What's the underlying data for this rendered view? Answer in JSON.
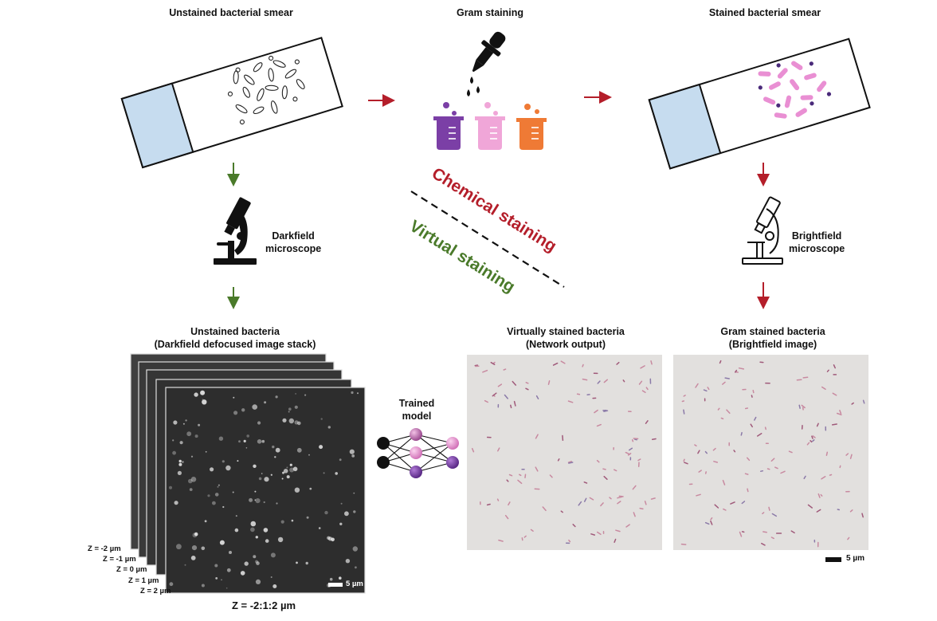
{
  "labels": {
    "unstained_smear": "Unstained bacterial smear",
    "gram_staining": "Gram staining",
    "stained_smear": "Stained bacterial smear",
    "darkfield_1": "Darkfield",
    "darkfield_2": "microscope",
    "brightfield_1": "Brightfield",
    "brightfield_2": "microscope",
    "chemical": "Chemical staining",
    "virtual": "Virtual staining",
    "unstained_bacteria_1": "Unstained bacteria",
    "unstained_bacteria_2": "(Darkfield defocused image stack)",
    "trained_1": "Trained",
    "trained_2": "model",
    "virtual_bacteria_1": "Virtually stained bacteria",
    "virtual_bacteria_2": "(Network output)",
    "gram_bacteria_1": "Gram stained bacteria",
    "gram_bacteria_2": "(Brightfield image)",
    "scale_left": "5 µm",
    "scale_right": "5 µm",
    "z_range": "Z = -2:1:2 µm"
  },
  "z_levels": [
    "Z = -2 µm",
    "Z = -1 µm",
    "Z = 0 µm",
    "Z = 1 µm",
    "Z = 2 µm"
  ],
  "colors": {
    "chemical": "#b41e2a",
    "virtual": "#4a7a2a",
    "slide_label": "#c6dcef",
    "beaker_purple": "#7b3fa6",
    "beaker_pink": "#f0a6d8",
    "beaker_orange": "#ef7a35",
    "stain_pink": "#e98fd3",
    "stain_dark": "#4a2a7a"
  },
  "icons": [
    "dropper-icon",
    "beaker-icon",
    "microscope-icon",
    "neural-network-icon"
  ]
}
